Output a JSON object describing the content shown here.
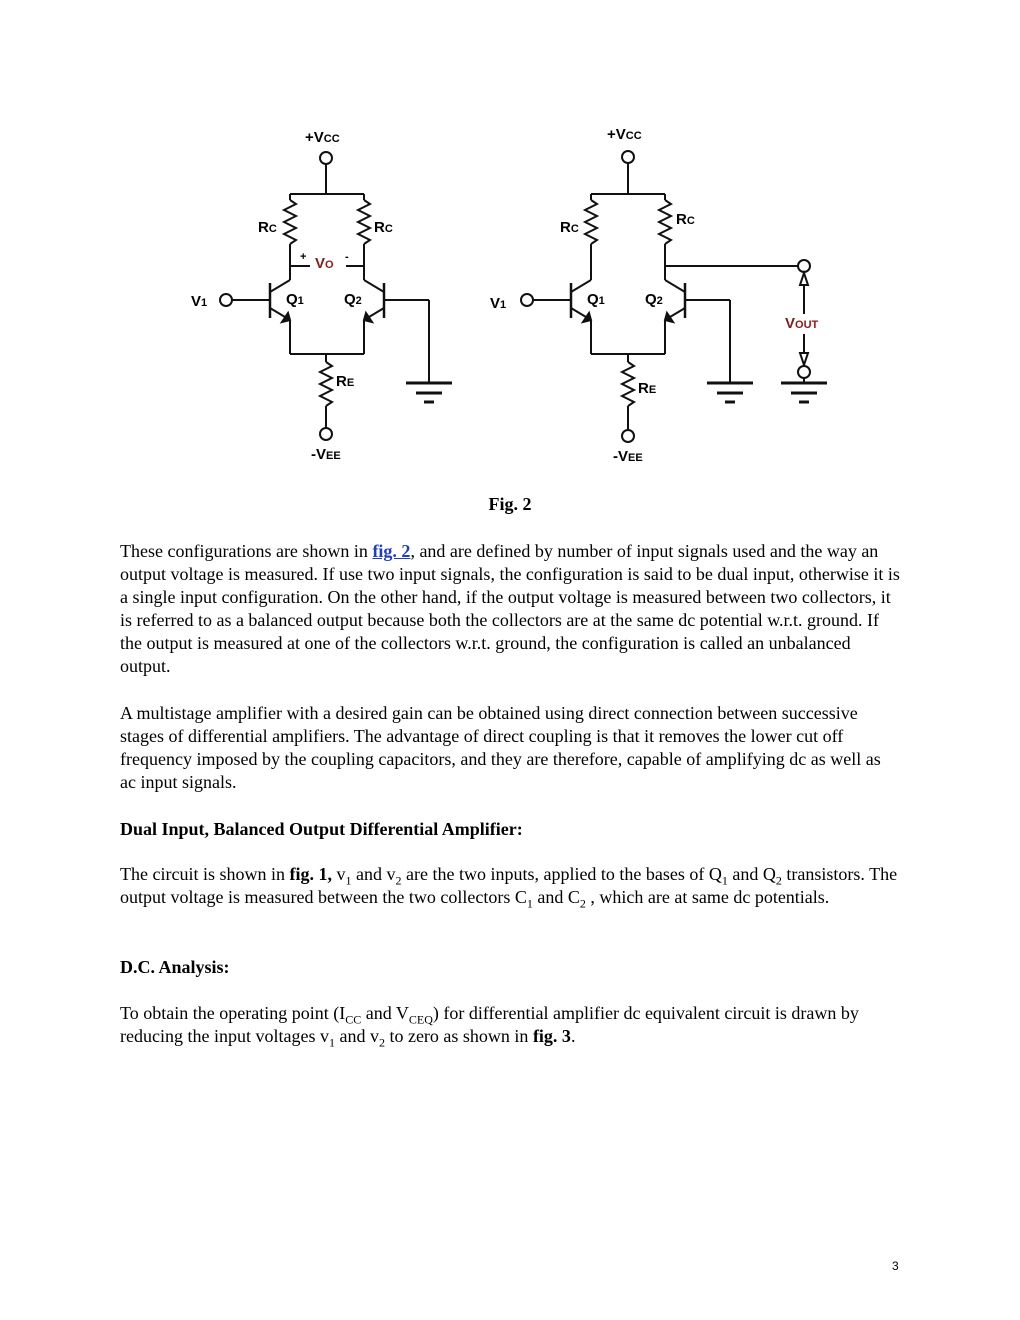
{
  "figure": {
    "left_circuit": {
      "vcc": "+V",
      "vcc_sub": "CC",
      "vee": "-V",
      "vee_sub": "EE",
      "rc_left": "R",
      "rc_left_sub": "C",
      "rc_right": "R",
      "rc_right_sub": "C",
      "re": "R",
      "re_sub": "E",
      "vo_plus": "+",
      "vo": "V",
      "vo_sub": "O",
      "vo_minus": "-",
      "v1": "V",
      "v1_sub": "1",
      "q1": "Q",
      "q1_sub": "1",
      "q2": "Q",
      "q2_sub": "2"
    },
    "right_circuit": {
      "vcc": "+V",
      "vcc_sub": "CC",
      "vee": "-V",
      "vee_sub": "EE",
      "rc_left": "R",
      "rc_left_sub": "C",
      "rc_right": "R",
      "rc_right_sub": "C",
      "re": "R",
      "re_sub": "E",
      "vout": "V",
      "vout_sub": "OUT",
      "v1": "V",
      "v1_sub": "1",
      "q1": "Q",
      "q1_sub": "1",
      "q2": "Q",
      "q2_sub": "2"
    },
    "accent_color": "#8b1a1a",
    "caption": "Fig. 2"
  },
  "paragraphs": {
    "p1_before": "These configurations are shown in ",
    "p1_link": "fig. 2",
    "p1_after": ", and are defined by number of input signals used and the way an output voltage is measured. If use two input signals, the configuration is said to be dual input, otherwise it is a single input configuration. On the other hand, if the output voltage is measured between two collectors, it is referred to as a balanced output because both the collectors are at the same dc potential w.r.t. ground. If the output is measured at one of the collectors w.r.t. ground, the configuration is called an unbalanced output.",
    "p2": "A multistage amplifier with a desired gain can be obtained using direct connection between successive stages of differential amplifiers. The advantage of direct coupling is that it removes the lower cut off frequency imposed by the coupling capacitors, and they are therefore, capable of amplifying dc as well as ac input signals.",
    "heading1": "Dual Input, Balanced Output Differential Amplifier:",
    "p3": {
      "t1": "The circuit is shown in ",
      "b1": "fig. 1,",
      "t2": " v",
      "s1": "1",
      "t3": " and v",
      "s2": "2",
      "t4": " are the two inputs, applied to the bases of Q",
      "s3": "1",
      "t5": " and Q",
      "s4": "2",
      "t6": " transistors. The output voltage is measured between the two collectors C",
      "s5": "1",
      "t7": " and C",
      "s6": "2",
      "t8": " , which are at same dc potentials."
    },
    "heading2": "D.C. Analysis:",
    "p4": {
      "t1": "To obtain the operating point (I",
      "s1": "CC",
      "t2": " and V",
      "s2": "CEQ",
      "t3": ") for differential amplifier dc equivalent circuit is drawn by reducing the input voltages v",
      "s3": "1",
      "t4": " and v",
      "s4": "2",
      "t5": " to zero as shown in ",
      "b1": "fig. 3",
      "t6": "."
    }
  },
  "page_number": "3"
}
